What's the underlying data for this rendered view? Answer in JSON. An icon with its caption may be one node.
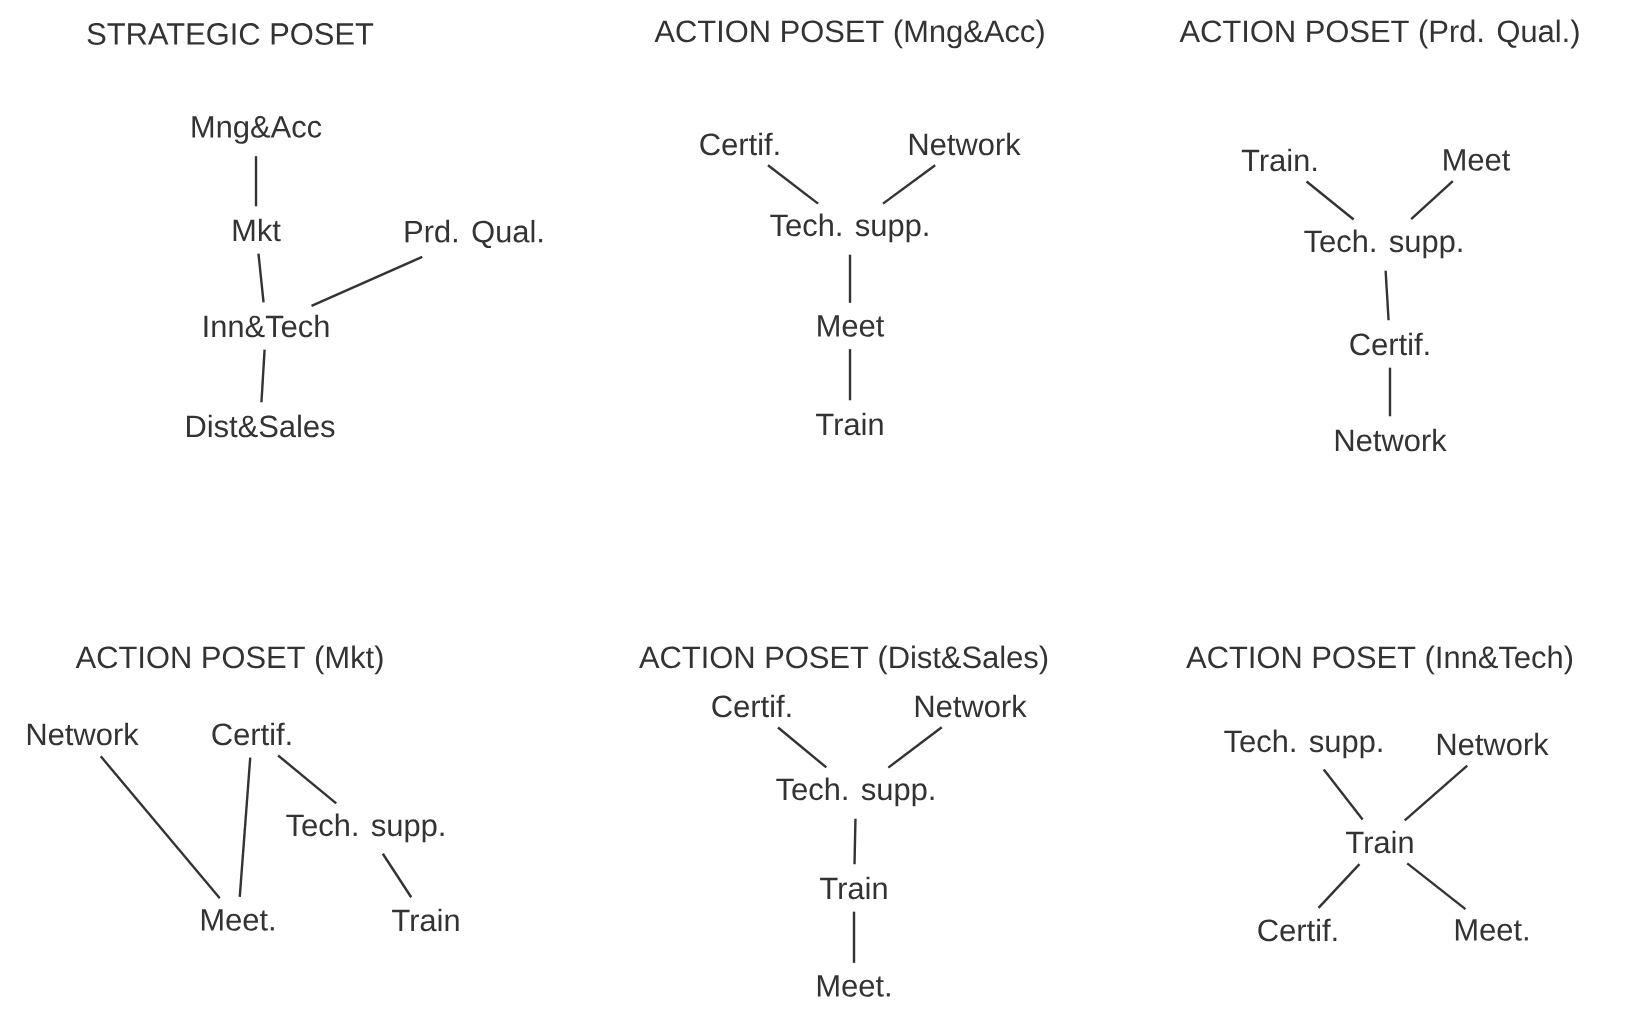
{
  "diagram": {
    "nodes": [
      {
        "text": [
          "Mng&Acc"
        ]
      },
      {
        "text": [
          "Mkt"
        ]
      },
      {
        "text": [
          "Prd. Qual."
        ]
      },
      {
        "text": [
          "Inn&Tech"
        ]
      },
      {
        "text": [
          "Dist&Sales"
        ]
      },
      {
        "text": [
          "Certif."
        ]
      },
      {
        "text": [
          "Network"
        ]
      },
      {
        "text": [
          "Tech. supp."
        ]
      },
      {
        "text": [
          "Meet"
        ]
      },
      {
        "text": [
          "Train"
        ]
      },
      {
        "text": [
          "Train."
        ]
      },
      {
        "text": [
          "Meet"
        ]
      },
      {
        "text": [
          "Tech. supp."
        ]
      },
      {
        "text": [
          "Certif."
        ]
      },
      {
        "text": [
          "Network"
        ]
      },
      {
        "text": [
          "Network"
        ]
      },
      {
        "text": [
          "Certif."
        ]
      },
      {
        "text": [
          "Tech. supp."
        ]
      },
      {
        "text": [
          "Meet."
        ]
      },
      {
        "text": [
          "Train"
        ]
      },
      {
        "text": [
          "Certif."
        ]
      },
      {
        "text": [
          "Network"
        ]
      },
      {
        "text": [
          "Tech. supp."
        ]
      },
      {
        "text": [
          "Train"
        ]
      },
      {
        "text": [
          "Meet."
        ]
      },
      {
        "text": [
          "Tech. supp."
        ]
      },
      {
        "text": [
          "Network"
        ]
      },
      {
        "text": [
          "Train"
        ]
      },
      {
        "text": [
          "Certif."
        ]
      },
      {
        "text": [
          "Meet."
        ]
      }
    ],
    "edges": [
      {
        "from": 0,
        "to": 1,
        "arrow": "none"
      },
      {
        "from": 1,
        "to": 3,
        "arrow": "none"
      },
      {
        "from": 2,
        "to": 3,
        "arrow": "none"
      },
      {
        "from": 3,
        "to": 4,
        "arrow": "none"
      },
      {
        "from": 5,
        "to": 7,
        "arrow": "none"
      },
      {
        "from": 6,
        "to": 7,
        "arrow": "none"
      },
      {
        "from": 7,
        "to": 8,
        "arrow": "none"
      },
      {
        "from": 8,
        "to": 9,
        "arrow": "none"
      },
      {
        "from": 10,
        "to": 12,
        "arrow": "none"
      },
      {
        "from": 11,
        "to": 12,
        "arrow": "none"
      },
      {
        "from": 12,
        "to": 13,
        "arrow": "none"
      },
      {
        "from": 13,
        "to": 14,
        "arrow": "none"
      },
      {
        "from": 15,
        "to": 18,
        "arrow": "none"
      },
      {
        "from": 16,
        "to": 18,
        "arrow": "none"
      },
      {
        "from": 16,
        "to": 17,
        "arrow": "none"
      },
      {
        "from": 17,
        "to": 19,
        "arrow": "none"
      },
      {
        "from": 20,
        "to": 22,
        "arrow": "none"
      },
      {
        "from": 21,
        "to": 22,
        "arrow": "none"
      },
      {
        "from": 22,
        "to": 23,
        "arrow": "none"
      },
      {
        "from": 23,
        "to": 24,
        "arrow": "none"
      },
      {
        "from": 25,
        "to": 27,
        "arrow": "none"
      },
      {
        "from": 26,
        "to": 27,
        "arrow": "none"
      },
      {
        "from": 27,
        "to": 28,
        "arrow": "none"
      },
      {
        "from": 27,
        "to": 29,
        "arrow": "none"
      }
    ],
    "labels": [
      "STRATEGIC POSET",
      "ACTION POSET (Mng&Acc)",
      "ACTION POSET (Prd. Qual.)",
      "ACTION POSET (Mkt)",
      "ACTION POSET (Dist&Sales)",
      "ACTION POSET (Inn&Tech)"
    ]
  }
}
